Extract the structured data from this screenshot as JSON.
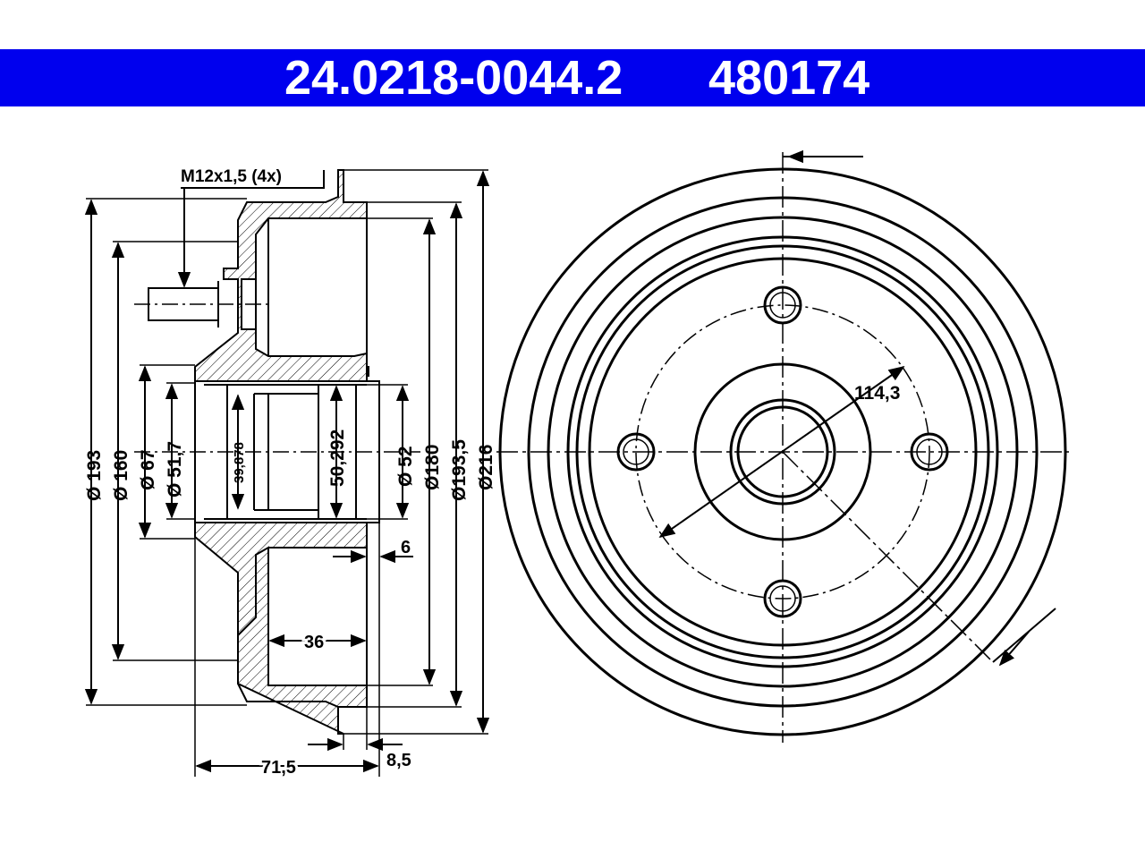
{
  "header": {
    "part_number": "24.0218-0044.2",
    "ref_number": "480174",
    "bar_color": "#0000ee"
  },
  "dimensions": {
    "thread": "M12x1,5 (4x)",
    "d193": "Ø 193",
    "d160": "Ø 160",
    "d67": "Ø 67",
    "d51_7": "Ø 51,7",
    "h39_878": "39,878",
    "h50_292": "50,292",
    "d52": "Ø 52",
    "d180": "Ø180",
    "d193_5": "Ø193,5",
    "d216": "Ø216",
    "w6": "6",
    "w36": "36",
    "w71_5": "71,5",
    "w8_5": "8,5",
    "pcd": "114,3"
  }
}
